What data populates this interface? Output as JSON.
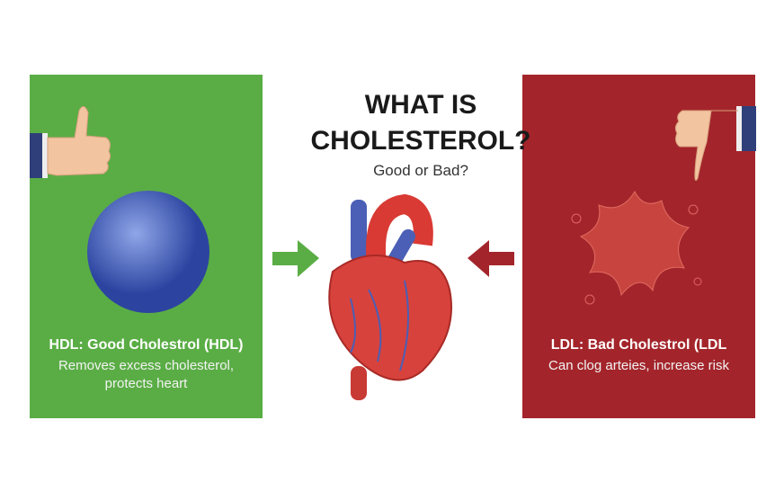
{
  "title": {
    "line1": "WHAT IS",
    "line2": "CHOLESTEROL?",
    "subtitle": "Good or Bad?"
  },
  "hdl": {
    "heading": "HDL: Good Cholestrol (HDL)",
    "description": "Removes excess cholesterol, protects heart",
    "color": "#5aad45",
    "icon": "thumbs-up-icon"
  },
  "ldl": {
    "heading": "LDL: Bad Cholestrol (LDL",
    "description": "Can clog arteies, increase risk",
    "color": "#a3252b",
    "icon": "thumbs-down-icon"
  }
}
